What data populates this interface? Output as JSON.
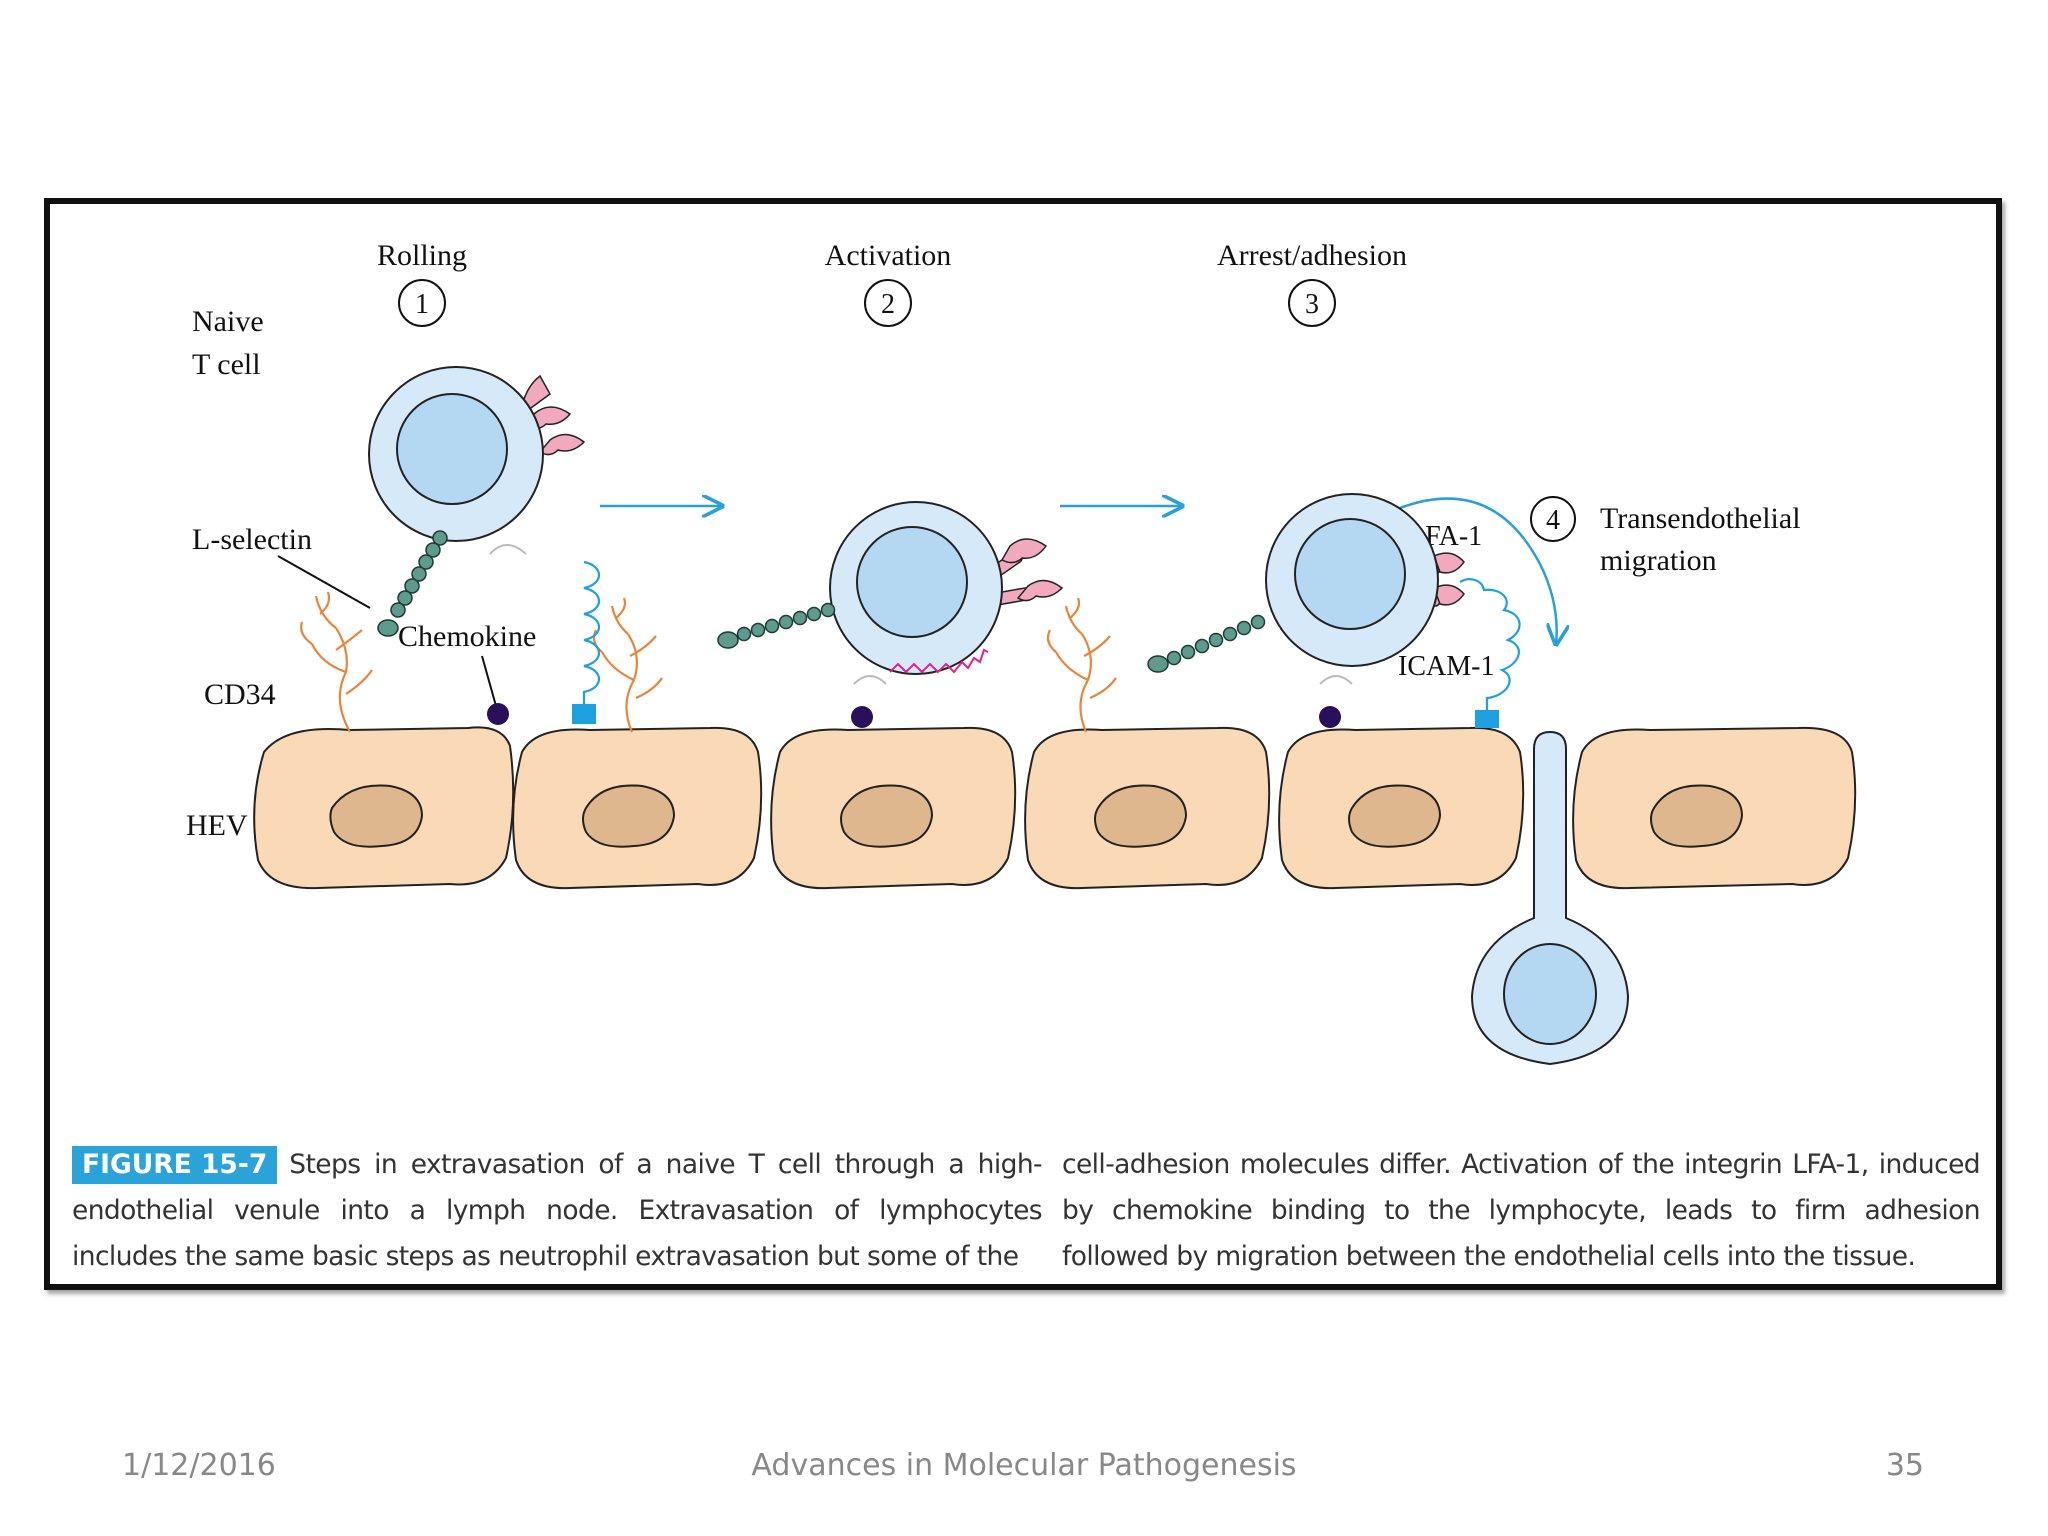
{
  "figure": {
    "steps": [
      {
        "number": "1",
        "label": "Rolling"
      },
      {
        "number": "2",
        "label": "Activation"
      },
      {
        "number": "3",
        "label": "Arrest/adhesion"
      },
      {
        "number": "4",
        "label_line1": "Transendothelial",
        "label_line2": "migration"
      }
    ],
    "labels": {
      "naive_line1": "Naive",
      "naive_line2": "T cell",
      "l_selectin": "L-selectin",
      "chemokine": "Chemokine",
      "cd34": "CD34",
      "hev": "HEV",
      "lfa1": "LFA-1",
      "icam1": "ICAM-1"
    },
    "colors": {
      "endothelium": "#f9d9b6",
      "nucleus": "#dfb78e",
      "tcell": "#d6e9f8",
      "tcell_nucleus": "#b4d8f2",
      "cd34": "#e8853a",
      "integrin": "#f2a9bd",
      "selectin": "#5f9b8d",
      "arrow": "#2aa0d8",
      "chemokine_dot": "#2a1058",
      "icam_square": "#1fa0e0"
    },
    "caption": {
      "badge": "FIGURE 15-7",
      "left": "Steps in extravasation of a naive T cell through a high-endothelial venule into a lymph node. Extravasation of lymphocytes includes the same basic steps as neutrophil extravasation but some of the",
      "right": "cell-adhesion molecules differ. Activation of the integrin LFA-1, induced by chemokine binding to the lymphocyte, leads to firm adhesion followed by migration between the endothelial cells into the tissue."
    }
  },
  "footer": {
    "date": "1/12/2016",
    "title": "Advances in Molecular Pathogenesis",
    "page": "35"
  }
}
